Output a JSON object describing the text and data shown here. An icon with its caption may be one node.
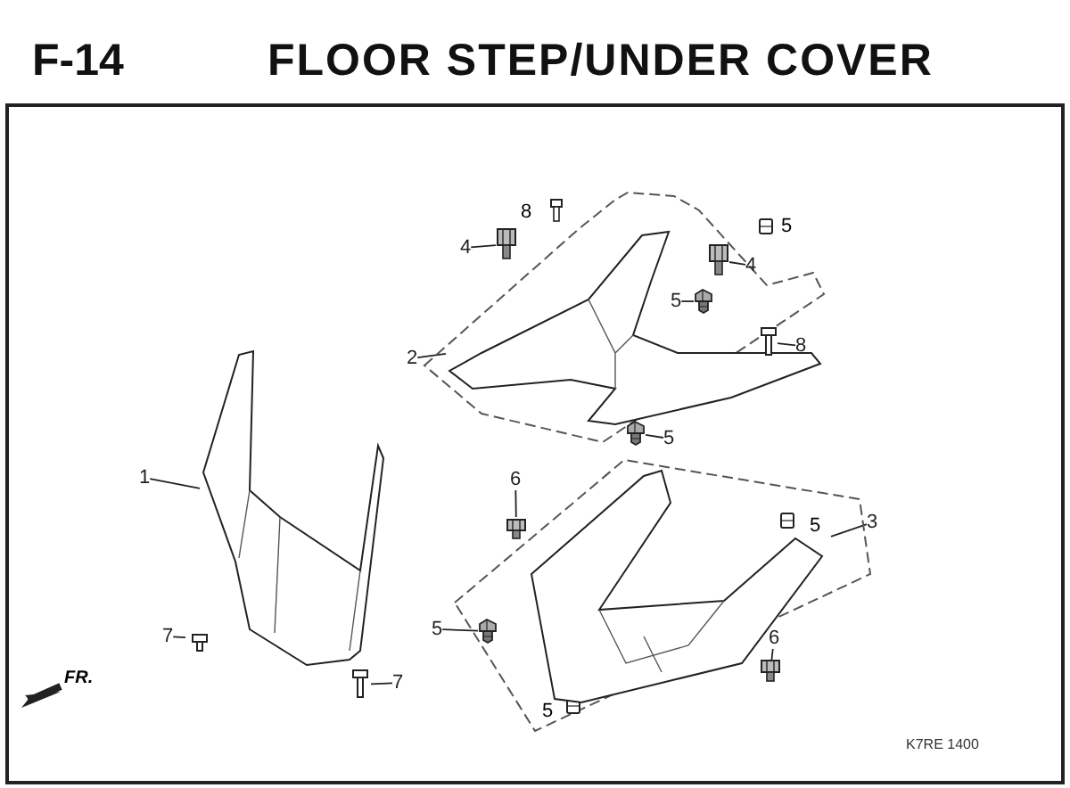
{
  "diagram": {
    "title": "FLOOR STEP/UNDER COVER",
    "nodes": [
      {
        "text": [
          "1"
        ]
      },
      {
        "text": [],
        "shape": "picture"
      },
      {
        "text": [
          "2"
        ]
      },
      {
        "text": [],
        "shape": "picture"
      },
      {
        "text": [
          "3"
        ]
      },
      {
        "text": [],
        "shape": "picture"
      },
      {
        "text": [
          "4"
        ]
      },
      {
        "text": [],
        "shape": "picture"
      },
      {
        "text": [
          "4"
        ]
      },
      {
        "text": [],
        "shape": "picture"
      },
      {
        "text": [
          "5"
        ]
      },
      {
        "text": [],
        "shape": "box"
      },
      {
        "text": [
          "5"
        ]
      },
      {
        "text": [],
        "shape": "box"
      },
      {
        "text": [
          "5"
        ]
      },
      {
        "text": [],
        "shape": "box"
      },
      {
        "text": [
          "6"
        ]
      },
      {
        "text": [],
        "shape": "picture"
      },
      {
        "text": [
          "6"
        ]
      },
      {
        "text": [],
        "shape": "picture"
      },
      {
        "text": [
          "7"
        ]
      },
      {
        "text": [],
        "shape": "picture"
      },
      {
        "text": [
          "7"
        ]
      },
      {
        "text": [],
        "shape": "picture"
      },
      {
        "text": [
          "8"
        ]
      },
      {
        "text": [],
        "shape": "picture"
      }
    ],
    "edges": [
      {
        "from": 0,
        "to": 1,
        "arrow": "none"
      },
      {
        "from": 2,
        "to": 3,
        "arrow": "none"
      },
      {
        "from": 4,
        "to": 5,
        "arrow": "none"
      },
      {
        "from": 6,
        "to": 7,
        "arrow": "none"
      },
      {
        "from": 8,
        "to": 9,
        "arrow": "none"
      },
      {
        "from": 10,
        "to": 11,
        "arrow": "none"
      },
      {
        "from": 12,
        "to": 13,
        "arrow": "none"
      },
      {
        "from": 14,
        "to": 15,
        "arrow": "none"
      },
      {
        "from": 16,
        "to": 17,
        "arrow": "none"
      },
      {
        "from": 18,
        "to": 19,
        "arrow": "none"
      },
      {
        "from": 20,
        "to": 21,
        "arrow": "none"
      },
      {
        "from": 22,
        "to": 23,
        "arrow": "none"
      },
      {
        "from": 24,
        "to": 25,
        "arrow": "none"
      }
    ],
    "labels": [
      "F-14",
      "8",
      "5",
      "5",
      "5",
      "FR.",
      "K7RE 1400"
    ]
  }
}
